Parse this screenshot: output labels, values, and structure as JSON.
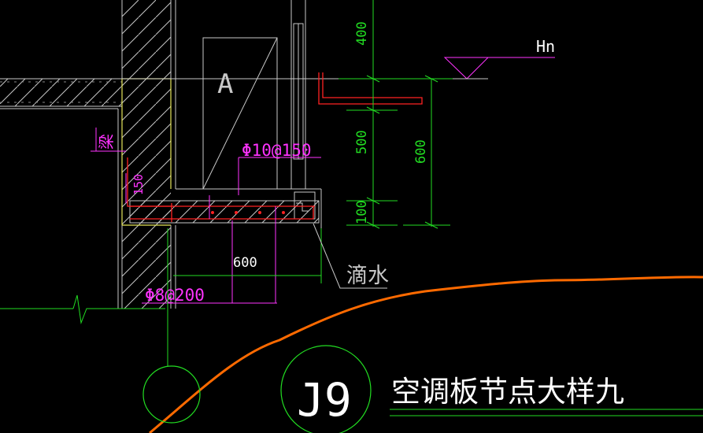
{
  "drawing": {
    "title": "空调板节点大样九",
    "detail_id": "J9",
    "panel_label": "A",
    "level_label": "Hn",
    "beam_label": "梁",
    "drip_label": "滴水",
    "rebar_top": "Φ10@150",
    "rebar_bottom": "Φ8@200"
  },
  "dimensions": {
    "d400": "400",
    "d500": "500",
    "d100": "100",
    "d600_total": "600",
    "d150": "150",
    "d600_width": "600"
  },
  "colors": {
    "background": "#000000",
    "structure": "#c8c8c8",
    "dimension_green": "#22dd22",
    "annotation_magenta": "#ff33ff",
    "rebar_red": "#ff2222",
    "outline_yellow": "#e6e65a",
    "curve_orange": "#ff6a00"
  }
}
